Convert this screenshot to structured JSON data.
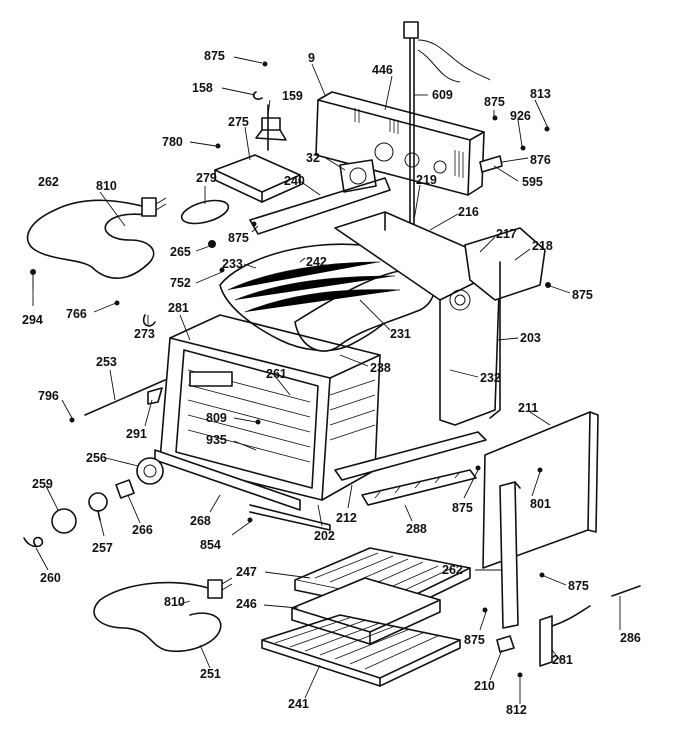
{
  "diagram": {
    "parts": [
      {
        "id": "p875a",
        "label": "875"
      },
      {
        "id": "p158",
        "label": "158"
      },
      {
        "id": "p159",
        "label": "159"
      },
      {
        "id": "p9",
        "label": "9"
      },
      {
        "id": "p446",
        "label": "446"
      },
      {
        "id": "p609",
        "label": "609"
      },
      {
        "id": "p875b",
        "label": "875"
      },
      {
        "id": "p813",
        "label": "813"
      },
      {
        "id": "p926",
        "label": "926"
      },
      {
        "id": "p876",
        "label": "876"
      },
      {
        "id": "p595",
        "label": "595"
      },
      {
        "id": "p275",
        "label": "275"
      },
      {
        "id": "p780",
        "label": "780"
      },
      {
        "id": "p32",
        "label": "32"
      },
      {
        "id": "p219",
        "label": "219"
      },
      {
        "id": "p262a",
        "label": "262"
      },
      {
        "id": "p810a",
        "label": "810"
      },
      {
        "id": "p279",
        "label": "279"
      },
      {
        "id": "p240",
        "label": "240"
      },
      {
        "id": "p216",
        "label": "216"
      },
      {
        "id": "p875c",
        "label": "875"
      },
      {
        "id": "p217",
        "label": "217"
      },
      {
        "id": "p218",
        "label": "218"
      },
      {
        "id": "p265",
        "label": "265"
      },
      {
        "id": "p242",
        "label": "242"
      },
      {
        "id": "p233",
        "label": "233"
      },
      {
        "id": "p752",
        "label": "752"
      },
      {
        "id": "p875d",
        "label": "875"
      },
      {
        "id": "p294",
        "label": "294"
      },
      {
        "id": "p766",
        "label": "766"
      },
      {
        "id": "p281a",
        "label": "281"
      },
      {
        "id": "p231",
        "label": "231"
      },
      {
        "id": "p203",
        "label": "203"
      },
      {
        "id": "p273",
        "label": "273"
      },
      {
        "id": "p253",
        "label": "253"
      },
      {
        "id": "p261",
        "label": "261"
      },
      {
        "id": "p238",
        "label": "238"
      },
      {
        "id": "p232",
        "label": "232"
      },
      {
        "id": "p796",
        "label": "796"
      },
      {
        "id": "p291",
        "label": "291"
      },
      {
        "id": "p809",
        "label": "809"
      },
      {
        "id": "p211",
        "label": "211"
      },
      {
        "id": "p935",
        "label": "935"
      },
      {
        "id": "p256",
        "label": "256"
      },
      {
        "id": "p259",
        "label": "259"
      },
      {
        "id": "p801",
        "label": "801"
      },
      {
        "id": "p875e",
        "label": "875"
      },
      {
        "id": "p212",
        "label": "212"
      },
      {
        "id": "p266",
        "label": "266"
      },
      {
        "id": "p268",
        "label": "268"
      },
      {
        "id": "p288",
        "label": "288"
      },
      {
        "id": "p202",
        "label": "202"
      },
      {
        "id": "p257",
        "label": "257"
      },
      {
        "id": "p854",
        "label": "854"
      },
      {
        "id": "p260",
        "label": "260"
      },
      {
        "id": "p247",
        "label": "247"
      },
      {
        "id": "p262b",
        "label": "262"
      },
      {
        "id": "p875f",
        "label": "875"
      },
      {
        "id": "p810b",
        "label": "810"
      },
      {
        "id": "p246",
        "label": "246"
      },
      {
        "id": "p875g",
        "label": "875"
      },
      {
        "id": "p286",
        "label": "286"
      },
      {
        "id": "p281b",
        "label": "281"
      },
      {
        "id": "p251",
        "label": "251"
      },
      {
        "id": "p210",
        "label": "210"
      },
      {
        "id": "p241",
        "label": "241"
      },
      {
        "id": "p812",
        "label": "812"
      }
    ]
  }
}
